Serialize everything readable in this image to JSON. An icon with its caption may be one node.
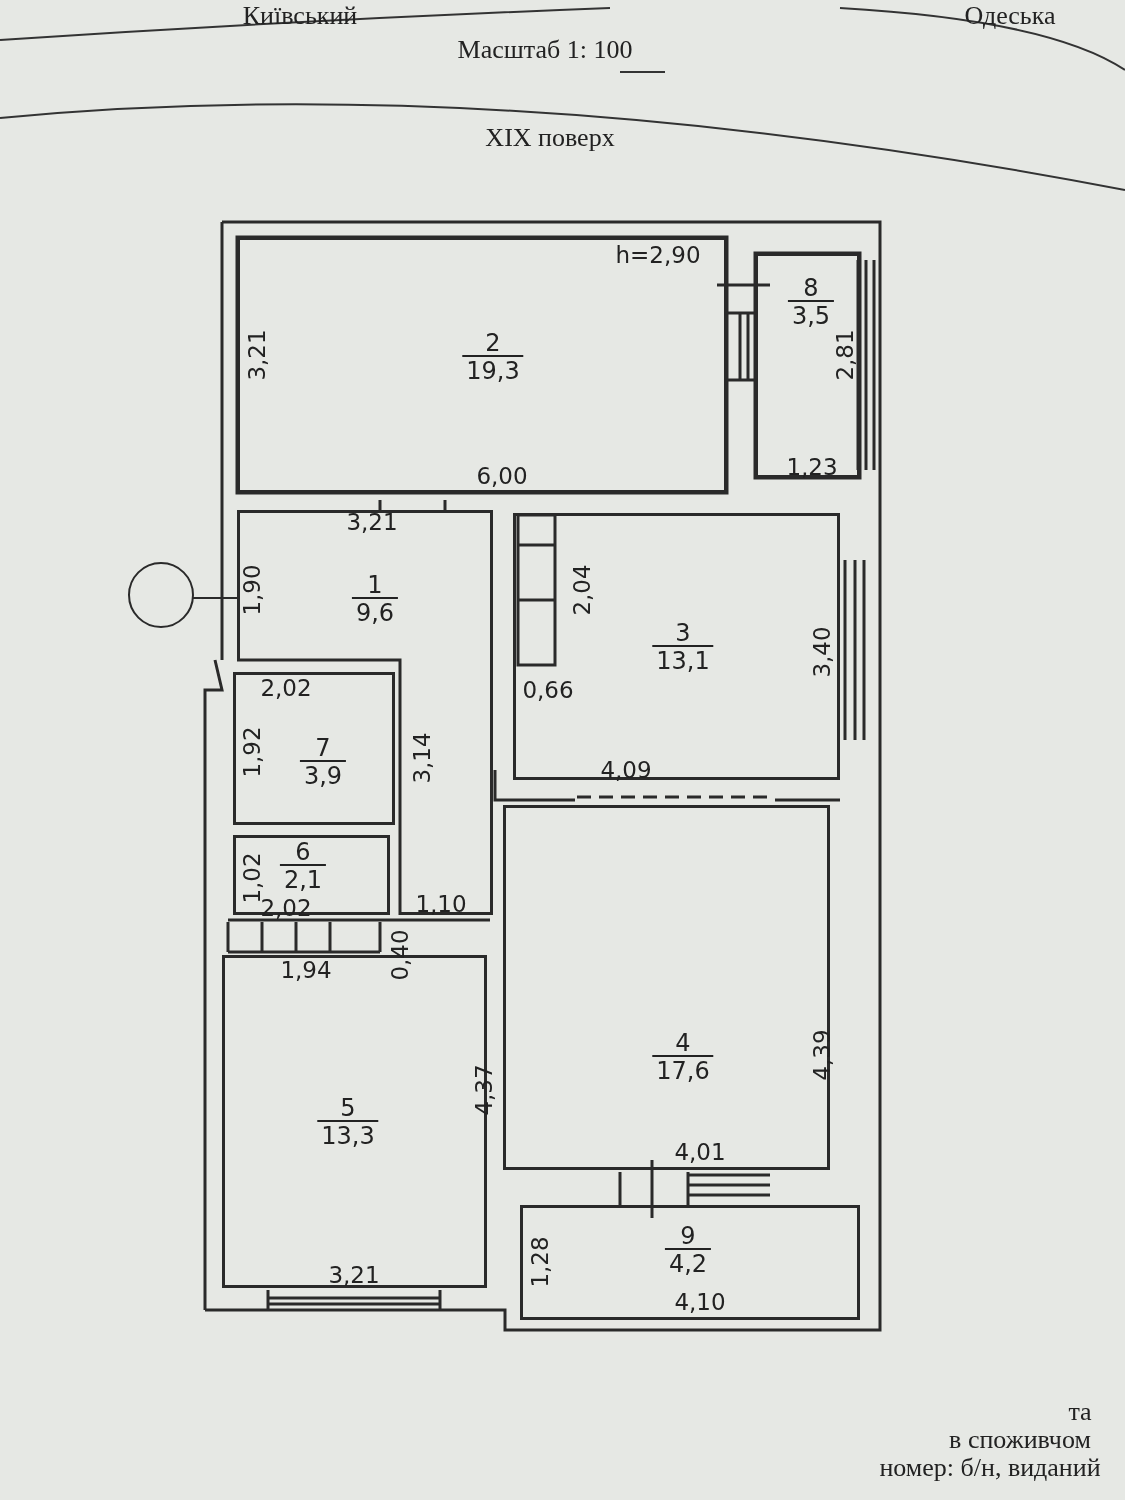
{
  "diagram": {
    "nodes": [
      {
        "text": [
          "2",
          "19,3"
        ]
      },
      {
        "text": [
          "8",
          "3,5"
        ]
      },
      {
        "text": [
          "1",
          "9,6"
        ]
      },
      {
        "text": [
          "3",
          "13,1"
        ]
      },
      {
        "text": [
          "7",
          "3,9"
        ]
      },
      {
        "text": [
          "6",
          "2,1"
        ]
      },
      {
        "text": [
          "4",
          "17,6"
        ]
      },
      {
        "text": [
          "5",
          "13,3"
        ]
      },
      {
        "text": [
          "9",
          "4,2"
        ]
      }
    ],
    "edges": [],
    "labels": [
      "Київський",
      "Одеська",
      "Масштаб 1: 100",
      "XIX поверх",
      "h=2,90",
      "3,21",
      "2,81",
      "1,23",
      "6,00",
      "3,21",
      "1,90",
      "2,04",
      "3,40",
      "2,02",
      "0,66",
      "1,92",
      "3,14",
      "4,09",
      "1,02",
      "2,02",
      "1,10",
      "1,94",
      "0,40",
      "4,39",
      "4,37",
      "4,01",
      "1,28",
      "3,21",
      "4,10",
      "та",
      "в споживчом",
      "номер: б/н, виданий"
    ]
  }
}
